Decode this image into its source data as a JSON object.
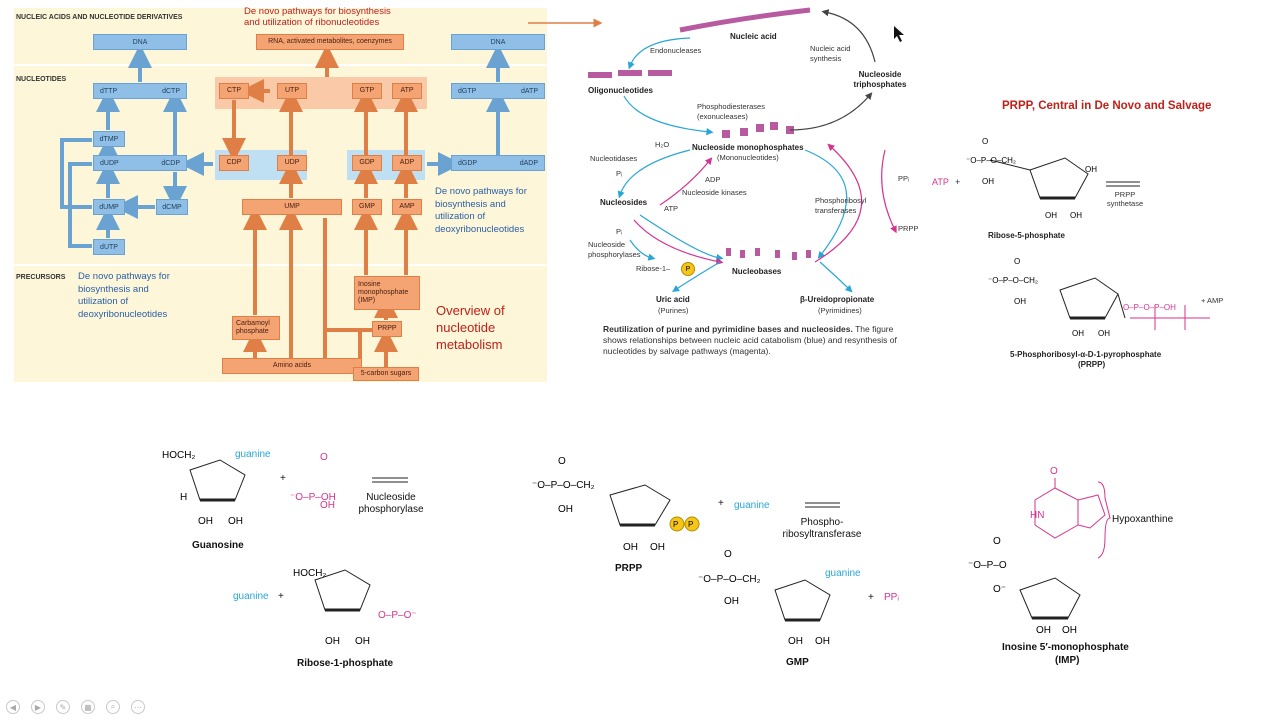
{
  "metabolism_panel": {
    "header_top": "NUCLEIC ACIDS AND NUCLEOTIDE DERIVATIVES",
    "header_nucleotides": "NUCLEOTIDES",
    "header_precursors": "PRECURSORS",
    "note_ribo": "De novo pathways for biosynthesis and utilization of ribonucleotides",
    "note_deoxy_right": "De novo pathways for biosynthesis and utilization of deoxyribonucleotides",
    "note_deoxy_left": "De novo pathways for biosynthesis and utilization of deoxyribonucleotides",
    "overview": "Overview of nucleotide metabolism",
    "boxes": {
      "dna_left": "DNA",
      "dna_right": "DNA",
      "rna": "RNA, activated metabolites, coenzymes",
      "dttp": "dTTP",
      "dctp_l": "dCTP",
      "dtmp": "dTMP",
      "dudp": "dUDP",
      "dcdp": "dCDP",
      "dump": "dUMP",
      "dcmp": "dCMP",
      "dutp": "dUTP",
      "ctp": "CTP",
      "utp": "UTP",
      "gtp": "GTP",
      "atp": "ATP",
      "cdp": "CDP",
      "udp": "UDP",
      "gdp": "GDP",
      "adp": "ADP",
      "ump": "UMP",
      "gmp": "GMP",
      "amp": "AMP",
      "dgtp": "dGTP",
      "datp": "dATP",
      "dgdp": "dGDP",
      "dadp": "dADP",
      "imp": "Inosine monophosphate (IMP)",
      "prpp": "PRPP",
      "carbamoyl": "Carbamoyl phosphate",
      "amino": "Amino acids",
      "sugars": "5-carbon sugars"
    }
  },
  "salvage_panel": {
    "nucleic_acid": "Nucleic acid",
    "endonucleases": "Endonucleases",
    "nucleic_synth": "Nucleic acid synthesis",
    "oligonucleotides": "Oligonucleotides",
    "ntp": "Nucleoside triphosphates",
    "phosphodiesterases": "Phosphodiesterases (exonucleases)",
    "nmp": "Nucleoside monophosphates",
    "nmp_sub": "(Mononucleotides)",
    "nucleotidases": "Nucleotidases",
    "h2o": "H₂O",
    "pi1": "Pᵢ",
    "adp": "ADP",
    "nuc_kinases": "Nucleoside kinases",
    "atp": "ATP",
    "nucleosides": "Nucleosides",
    "pi2": "Pᵢ",
    "nuc_phosphorylases": "Nucleoside phosphorylases",
    "ribose1": "Ribose-1–",
    "p": "P",
    "ppi": "PPᵢ",
    "prpp": "PRPP",
    "phosphoribosyl": "Phosphoribosyl transferases",
    "nucleobases": "Nucleobases",
    "uric": "Uric acid",
    "purines": "(Purines)",
    "beta": "β-Ureidopropionate",
    "pyrimidines": "(Pyrimidines)",
    "caption_bold": "Reutilization of purine and pyrimidine bases and nucleosides.",
    "caption_rest": "The figure shows relationships between nucleic acid catabolism (blue) and resynthesis of nucleotides by salvage pathways (magenta)."
  },
  "prpp_panel": {
    "title": "PRPP, Central in De Novo and Salvage",
    "atp": "ATP",
    "plus": "+",
    "enzyme": "PRPP synthetase",
    "r5p": "Ribose-5-phosphate",
    "amp": "+ AMP",
    "prpp_name": "5-Phosphoribosyl-α-D-1-pyrophosphate",
    "prpp_abbr": "(PRPP)"
  },
  "reactions": {
    "guanosine": "Guanosine",
    "guanine1": "guanine",
    "plus1": "+",
    "nucleoside_phosphorylase": "Nucleoside phosphorylase",
    "guanine2": "guanine",
    "plus2": "+",
    "ribose1p": "Ribose-1-phosphate",
    "prpp": "PRPP",
    "plus3": "+",
    "guanine3": "guanine",
    "pribosyl": "Phospho- ribosyltransferase",
    "guanine4": "guanine",
    "plus4": "+",
    "ppi": "PPᵢ",
    "gmp": "GMP",
    "hypoxanthine": "Hypoxanthine",
    "imp": "Inosine 5′-monophosphate",
    "imp_abbr": "(IMP)"
  },
  "colors": {
    "blue_box": "#8fbfe6",
    "orange_box": "#f4a373",
    "red_title": "#c0201a",
    "cyan": "#29a6d6",
    "magenta": "#d6338f",
    "panel_bg": "#fdf6d8"
  }
}
